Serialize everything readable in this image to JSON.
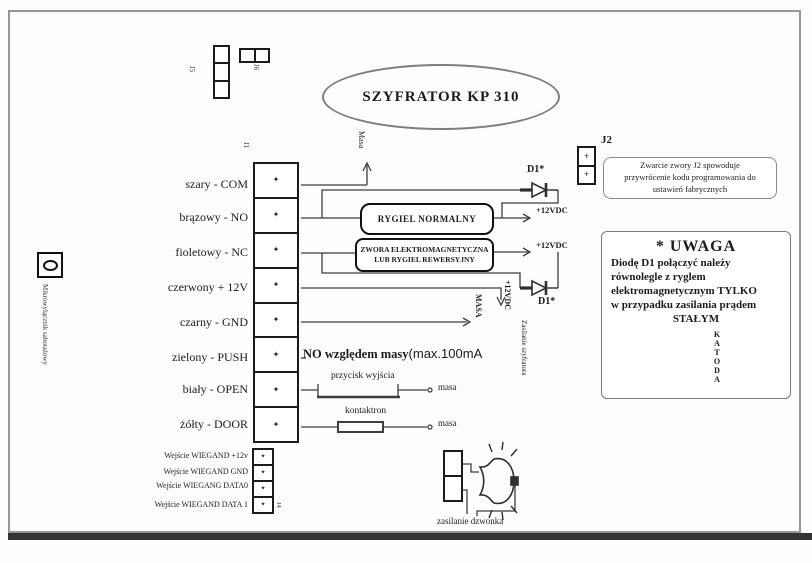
{
  "page": {
    "title": "SZYFRATOR KP 310"
  },
  "connectors": {
    "j1": {
      "label": "J1",
      "pin_symbol": "✦",
      "pins": [
        "szary - COM",
        "brązowy - NO",
        "fioletowy - NC",
        "czerwony + 12V",
        "czarny - GND",
        "zielony - PUSH",
        "biały - OPEN",
        "żółty - DOOR"
      ]
    },
    "j4": {
      "label": "J4",
      "pins": [
        "Wejście WIEGAND  +12v",
        "Wejście WIEGAND GND",
        "Wejście WIEGANG DATA0",
        "Wejście WIEGAND DATA 1"
      ]
    },
    "j5": {
      "label": "J5"
    },
    "j6": {
      "label": "J6"
    },
    "j2": {
      "label": "J2",
      "pin_symbol": "+"
    }
  },
  "device_boxes": {
    "rygiel": "RYGIEL NORMALNY",
    "zwora_line1": "ZWORA ELEKTROMAGNETYCZNA",
    "zwora_line2": "LUB RYGIEL REWERSYJNY"
  },
  "wire_annotations": {
    "masa_top": "Masa",
    "d1_top": "D1*",
    "d1_bottom": "D1*",
    "vdc_top": "+12VDC",
    "vdc_mid": "+12VDC",
    "vdc_vertical": "+12VDC",
    "masa_vertical": "MASA",
    "zasilanie_szyfratora": "Zasilanie szyfratora",
    "push_note_bold": "NO względem masy",
    "push_note_max": "(max.100mA",
    "przycisk_wyjscia": "przycisk wyjścia",
    "kontaktron": "kontaktron",
    "masa_open": "masa",
    "masa_door": "masa",
    "zasilanie_dzwonka": "zasilanie dzwonka"
  },
  "tamper": {
    "label": "Mikrowyłącznik sabotażowy"
  },
  "j2_note": {
    "line1": "Zwarcie zwory J2 spowoduje",
    "line2": "przywrócenie kodu programowania do",
    "line3": "ustawień fabrycznych"
  },
  "uwaga": {
    "title": "* UWAGA",
    "line1": "Diodę D1 połączyć należy",
    "line2": "równolegle z ryglem",
    "line3": "elektromagnetycznym TYLKO",
    "line4": "w przypadku zasilania prądem",
    "line5": "STAŁYM",
    "katoda": [
      "K",
      "A",
      "T",
      "O",
      "D",
      "A"
    ]
  }
}
